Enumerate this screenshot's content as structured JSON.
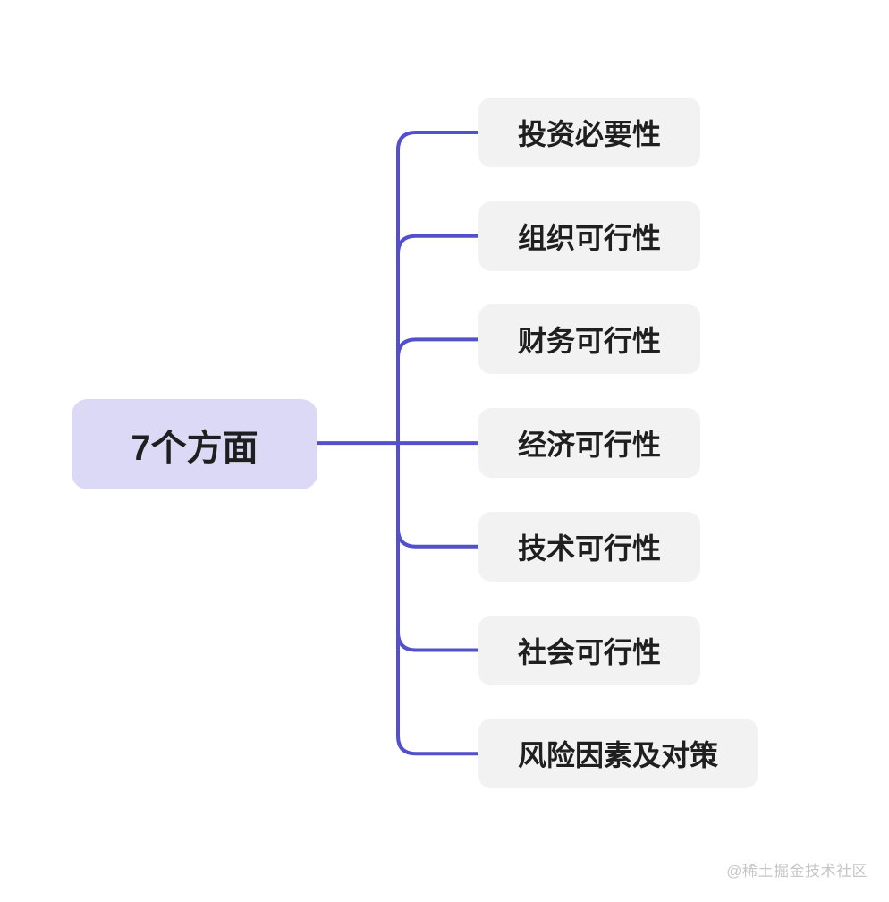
{
  "mindmap": {
    "root": {
      "label": "7个方面"
    },
    "children": [
      {
        "label": "投资必要性"
      },
      {
        "label": "组织可行性"
      },
      {
        "label": "财务可行性"
      },
      {
        "label": "经济可行性"
      },
      {
        "label": "技术可行性"
      },
      {
        "label": "社会可行性"
      },
      {
        "label": "风险因素及对策"
      }
    ]
  },
  "colors": {
    "connector": "#5250CB",
    "root_bg": "#DCD9F6",
    "child_bg": "#F2F2F2",
    "text": "#1F1F1F",
    "watermark": "#C6C6C6",
    "background": "#FFFFFF"
  },
  "watermark": {
    "text": "@稀土掘金技术社区"
  }
}
